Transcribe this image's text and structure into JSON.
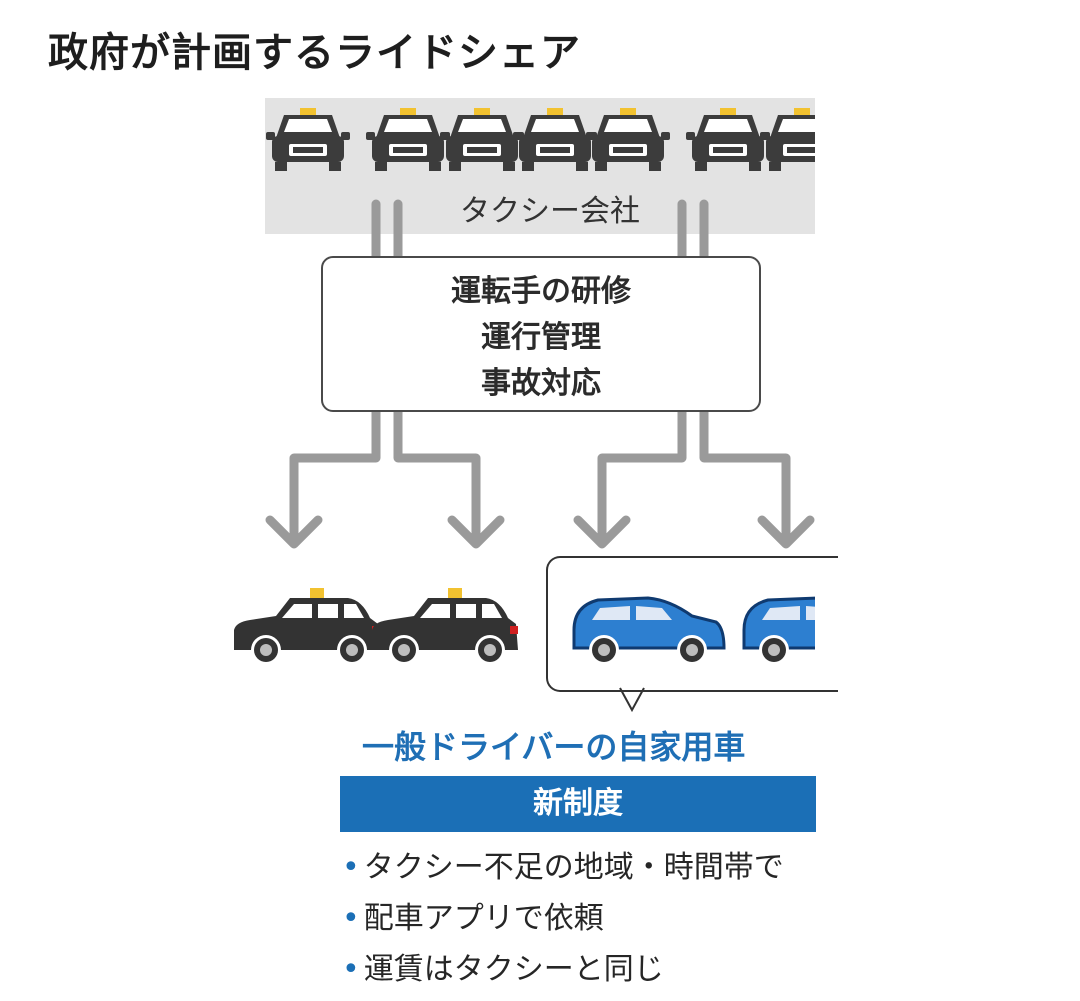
{
  "title": "政府が計画するライドシェア",
  "diagram": {
    "company_label": "タクシー会社",
    "roles": [
      "運転手の研修",
      "運行管理",
      "事故対応"
    ],
    "private_car_label": "一般ドライバーの自家用車",
    "new_system": {
      "header": "新制度",
      "bullets": [
        "タクシー不足の地域・時間帯で",
        "配車アプリで依頼",
        "運賃はタクシーと同じ"
      ]
    }
  },
  "colors": {
    "accent_blue": "#1b6fb6",
    "taxi_dark": "#3c3c3c",
    "taxi_roof_light": "#f2c230",
    "arrow_gray": "#9a9a9a",
    "private_car_blue": "#2d7fd0"
  },
  "icons": [
    "taxi-front-icon",
    "taxi-side-icon",
    "private-car-icon",
    "arrow-down-icon"
  ]
}
